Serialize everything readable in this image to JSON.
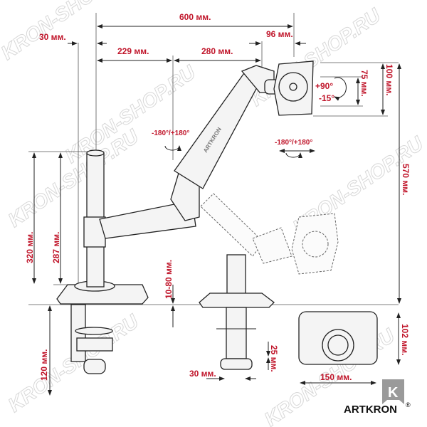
{
  "dimensions": {
    "total_reach": "600 мм.",
    "pole_offset": "30 мм.",
    "first_arm": "229 мм.",
    "second_arm": "280 мм.",
    "head_depth": "96 мм.",
    "vesa_75": "75 мм.",
    "vesa_100": "100 мм.",
    "tilt_up": "+90°",
    "tilt_down": "-15°",
    "swivel_arm": "-180°/+180°",
    "swivel_head": "-180°/+180°",
    "max_height": "570 мм.",
    "pole_height": "320 мм.",
    "arm_height": "287 мм.",
    "desk_thickness": "10-80 мм.",
    "clamp_depth": "120 мм.",
    "clamp_pad": "25 мм.",
    "clamp_width": "30 мм.",
    "base_width": "150 мм.",
    "base_depth": "102 мм."
  },
  "arm_label": "ARTKRON",
  "brand": {
    "name": "ARTKRON",
    "registered": "®",
    "logo_letter": "K"
  },
  "watermark": "KRON-SHOP.RU",
  "colors": {
    "dimension_text": "#c0152a",
    "lines": "#222222"
  }
}
